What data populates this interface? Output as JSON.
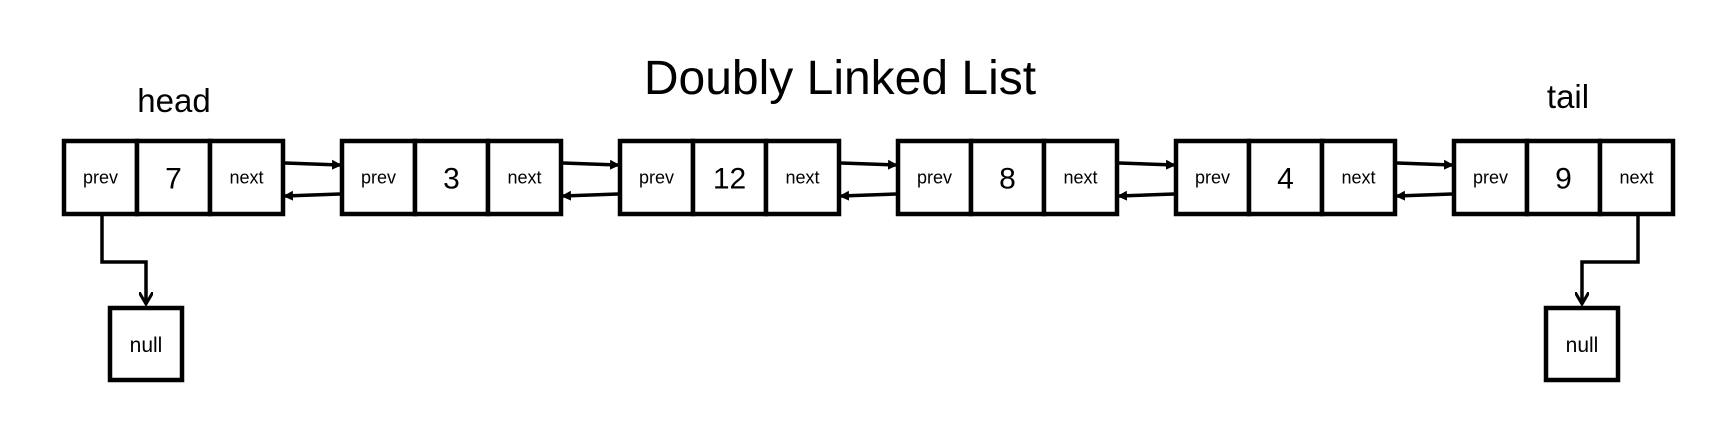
{
  "title": "Doubly Linked List",
  "head_label": "head",
  "tail_label": "tail",
  "null_label": "null",
  "nodes": [
    {
      "prev": "prev",
      "value": "7",
      "next": "next"
    },
    {
      "prev": "prev",
      "value": "3",
      "next": "next"
    },
    {
      "prev": "prev",
      "value": "12",
      "next": "next"
    },
    {
      "prev": "prev",
      "value": "8",
      "next": "next"
    },
    {
      "prev": "prev",
      "value": "4",
      "next": "next"
    },
    {
      "prev": "prev",
      "value": "9",
      "next": "next"
    }
  ],
  "colors": {
    "stroke": "#000000",
    "background": "#ffffff"
  }
}
